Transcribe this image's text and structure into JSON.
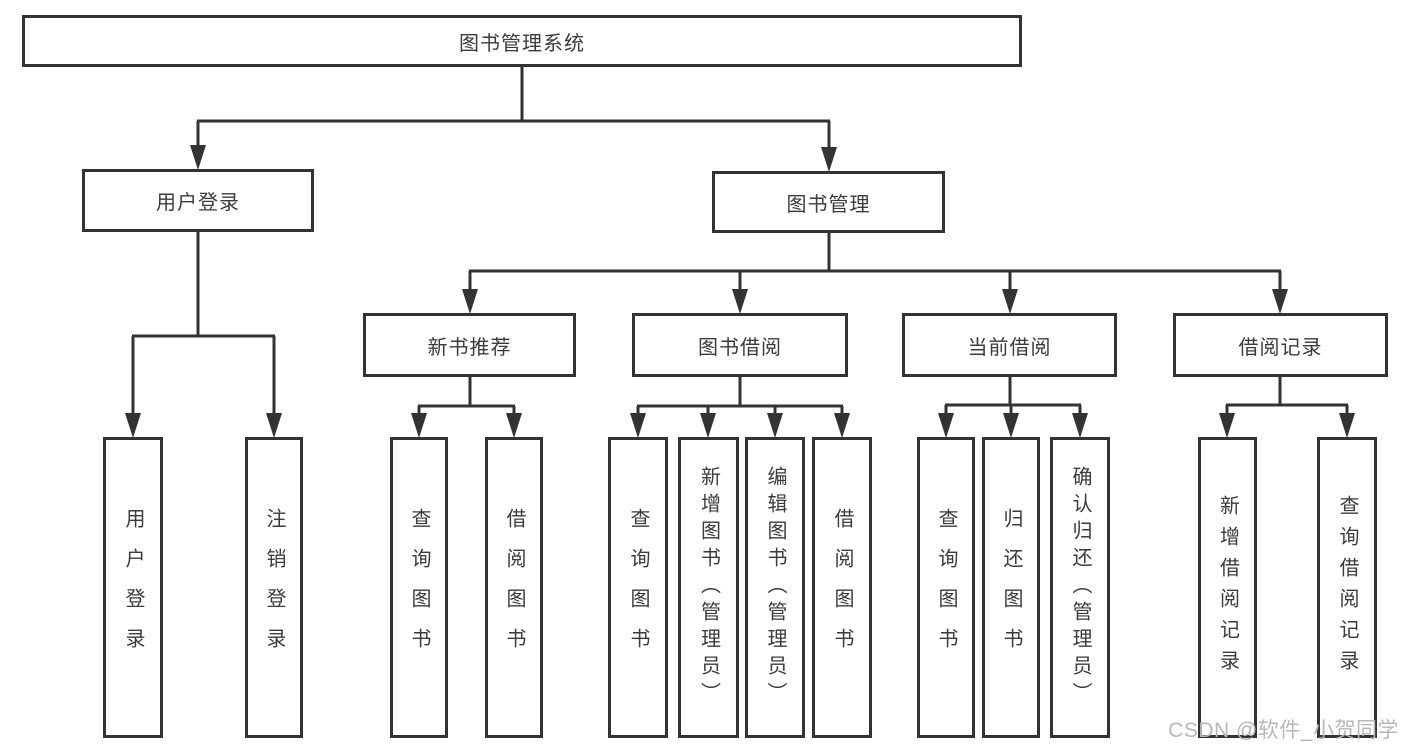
{
  "diagram": {
    "root": "图书管理系统",
    "user_login": {
      "label": "用户登录",
      "children": [
        "用户登录",
        "注销登录"
      ]
    },
    "book_management": {
      "label": "图书管理",
      "sections": {
        "new_book": {
          "label": "新书推荐",
          "children": [
            "查询图书",
            "借阅图书"
          ]
        },
        "book_borrow": {
          "label": "图书借阅",
          "children": [
            "查询图书",
            "新增图书（管理员）",
            "编辑图书（管理员）",
            "借阅图书"
          ]
        },
        "current_borrow": {
          "label": "当前借阅",
          "children": [
            "查询图书",
            "归还图书",
            "确认归还（管理员）"
          ]
        },
        "borrow_records": {
          "label": "借阅记录",
          "children": [
            "新增借阅记录",
            "查询借阅记录"
          ]
        }
      }
    }
  },
  "watermark": "CSDN @软件_小贺同学",
  "colors": {
    "line": "#333333",
    "text": "#3b3b3b",
    "watermark": "#b7b7b7",
    "background": "#ffffff"
  }
}
